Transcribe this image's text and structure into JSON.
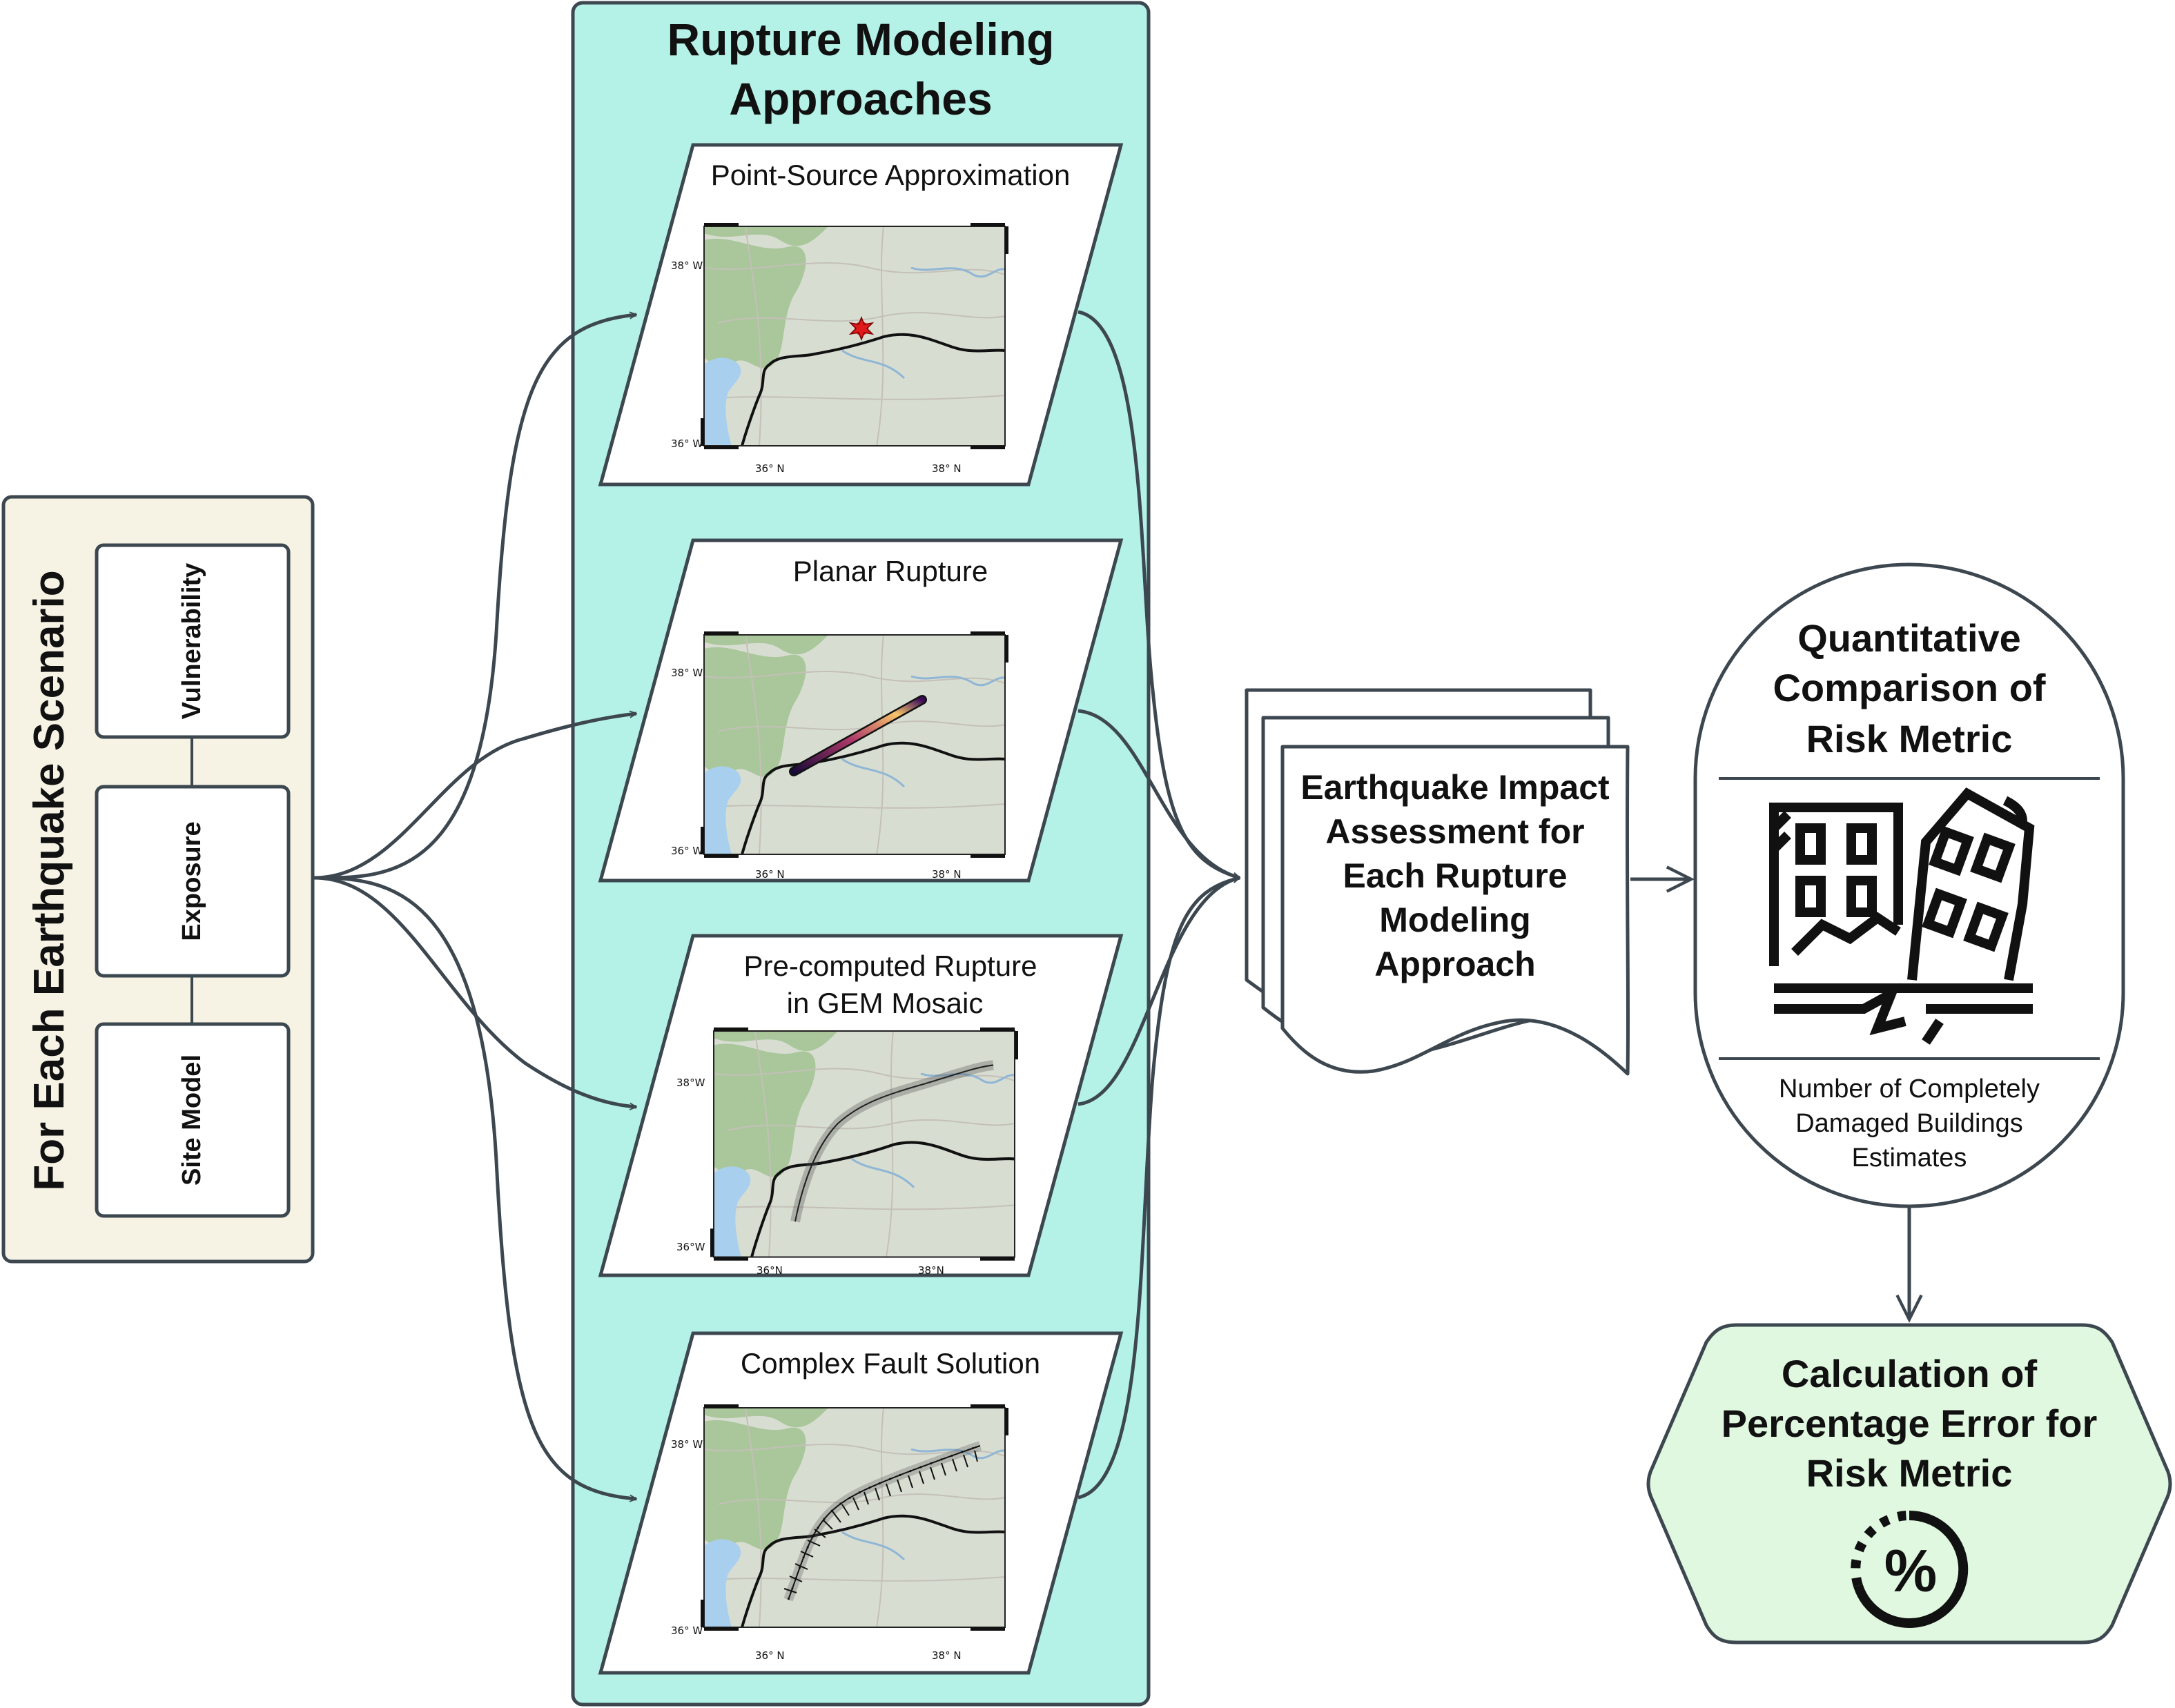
{
  "scenario": {
    "title": "For Each Earthquake Scenario",
    "inputs": [
      "Vulnerability",
      "Exposure",
      "Site Model"
    ]
  },
  "rupture": {
    "title_line1": "Rupture Modeling",
    "title_line2": "Approaches",
    "approaches": [
      {
        "label_line1": "Point-Source Approximation",
        "label_line2": ""
      },
      {
        "label_line1": "Planar Rupture",
        "label_line2": ""
      },
      {
        "label_line1": "Pre-computed Rupture",
        "label_line2": "in GEM Mosaic"
      },
      {
        "label_line1": "Complex Fault Solution",
        "label_line2": ""
      }
    ],
    "map_ticks": {
      "lat_top": "38° W",
      "lat_bottom": "36° W",
      "lon_left": "36° N",
      "lon_right": "38° N",
      "lat_top_alt": "38°W",
      "lat_bottom_alt": "36°W",
      "lon_left_alt": "36°N",
      "lon_right_alt": "38°N"
    }
  },
  "assessment": {
    "lines": [
      "Earthquake Impact",
      "Assessment for",
      "Each Rupture",
      "Modeling",
      "Approach"
    ]
  },
  "comparison": {
    "title_lines": [
      "Quantitative",
      "Comparison of",
      "Risk Metric"
    ],
    "caption_lines": [
      "Number of Completely",
      "Damaged Buildings",
      "Estimates"
    ],
    "icon": "collapsed-building-icon"
  },
  "error": {
    "title_lines": [
      "Calculation of",
      "Percentage Error for",
      "Risk Metric"
    ],
    "icon_text": "%",
    "icon": "percentage-icon"
  },
  "colors": {
    "scenario_bg": "#f6f3e5",
    "rupture_bg": "#b4f1e7",
    "error_bg": "#e0f8e0",
    "stroke": "#3d4750"
  }
}
